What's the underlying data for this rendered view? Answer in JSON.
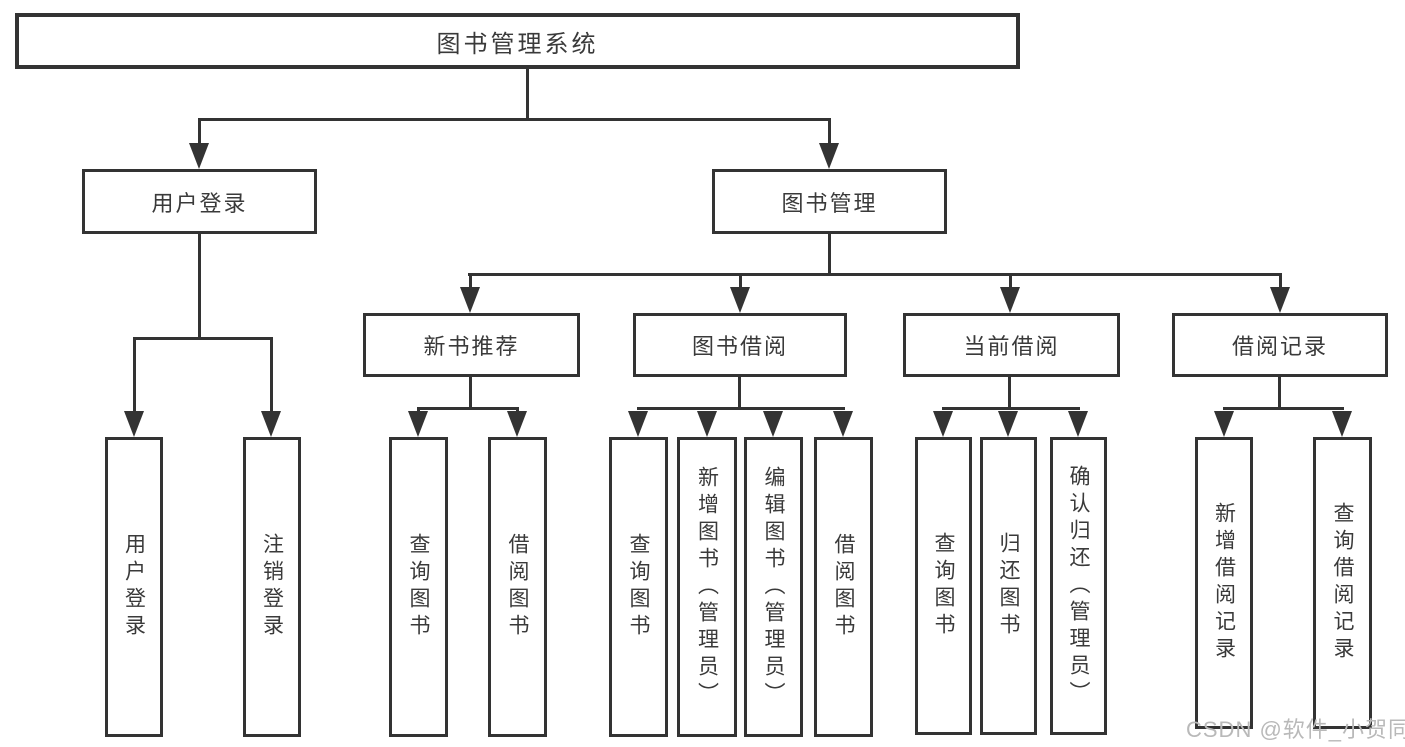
{
  "diagram": {
    "title": "图书管理系统",
    "nodes": {
      "root": {
        "label": "图书管理系统"
      },
      "level2": [
        {
          "label": "用户登录",
          "parent": "图书管理系统"
        },
        {
          "label": "图书管理",
          "parent": "图书管理系统"
        }
      ],
      "level3": [
        {
          "label": "新书推荐",
          "parent": "图书管理"
        },
        {
          "label": "图书借阅",
          "parent": "图书管理"
        },
        {
          "label": "当前借阅",
          "parent": "图书管理"
        },
        {
          "label": "借阅记录",
          "parent": "图书管理"
        }
      ],
      "leaves": [
        {
          "label": "用户登录",
          "parent": "用户登录"
        },
        {
          "label": "注销登录",
          "parent": "用户登录"
        },
        {
          "label": "查询图书",
          "parent": "新书推荐"
        },
        {
          "label": "借阅图书",
          "parent": "新书推荐"
        },
        {
          "label": "查询图书",
          "parent": "图书借阅"
        },
        {
          "label": "新增图书（管理员）",
          "parent": "图书借阅"
        },
        {
          "label": "编辑图书（管理员）",
          "parent": "图书借阅"
        },
        {
          "label": "借阅图书",
          "parent": "图书借阅"
        },
        {
          "label": "查询图书",
          "parent": "当前借阅"
        },
        {
          "label": "归还图书",
          "parent": "当前借阅"
        },
        {
          "label": "确认归还（管理员）",
          "parent": "当前借阅"
        },
        {
          "label": "新增借阅记录",
          "parent": "借阅记录"
        },
        {
          "label": "查询借阅记录",
          "parent": "借阅记录"
        }
      ]
    },
    "colors": {
      "line": "#333333",
      "text": "#3a3a3a",
      "background": "#ffffff"
    }
  },
  "watermark": {
    "text": "CSDN @软件_小贺同学",
    "color": "#b9b9b9"
  }
}
